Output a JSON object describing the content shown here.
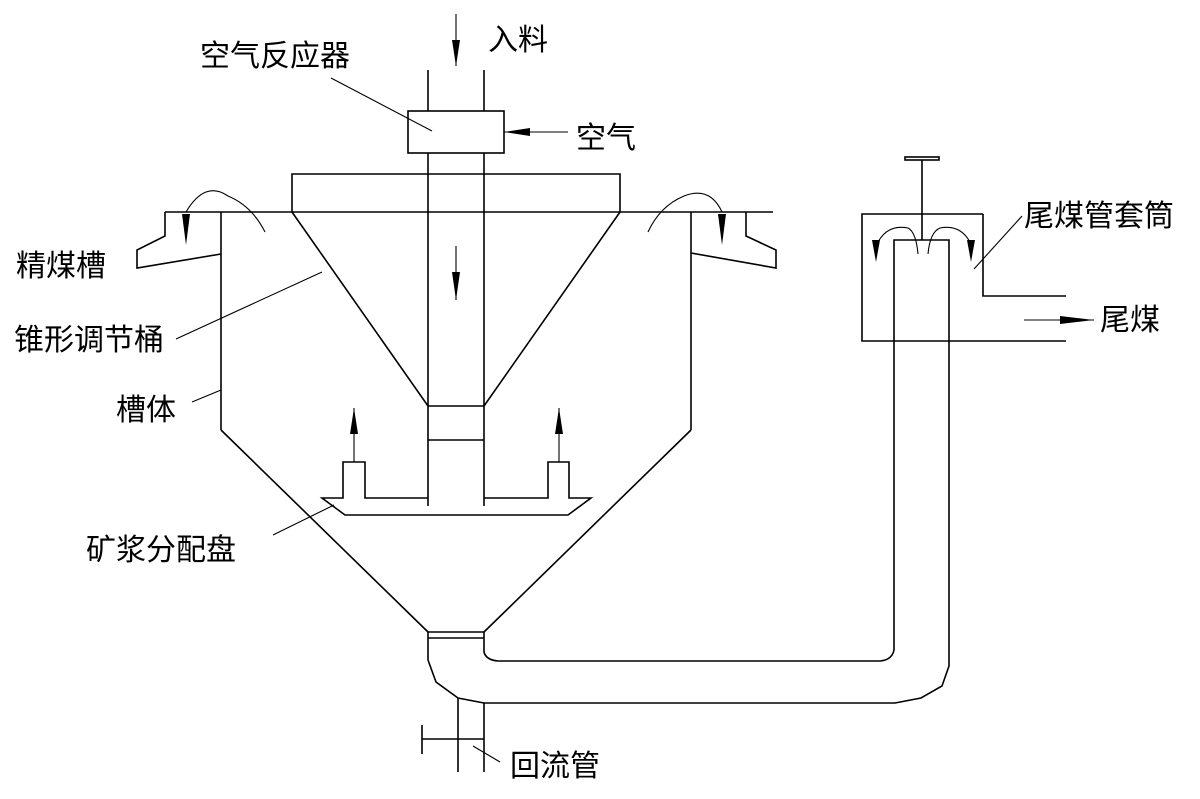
{
  "diagram": {
    "title": "",
    "colors": {
      "line": "#000000",
      "background": "#ffffff"
    },
    "labels": {
      "feed": "入料",
      "air_reactor": "空气反应器",
      "air": "空气",
      "concentrate_trough": "精煤槽",
      "cone_regulating_barrel": "锥形调节桶",
      "tank_body": "槽体",
      "slurry_distributor": "矿浆分配盘",
      "tailings_sleeve": "尾煤管套筒",
      "tailings": "尾煤",
      "return_pipe": "回流管"
    },
    "flows": [
      {
        "from": "feed",
        "to": "air_reactor",
        "direction": "down"
      },
      {
        "from": "air",
        "to": "air_reactor",
        "direction": "left"
      },
      {
        "from": "central_pipe",
        "to": "slurry_distributor",
        "direction": "down"
      },
      {
        "from": "slurry_distributor",
        "to": "tank_body",
        "direction": "up"
      },
      {
        "from": "tank_body",
        "to": "concentrate_trough",
        "direction": "overflow"
      },
      {
        "from": "tailings_sleeve",
        "to": "tailings",
        "direction": "right"
      }
    ]
  }
}
